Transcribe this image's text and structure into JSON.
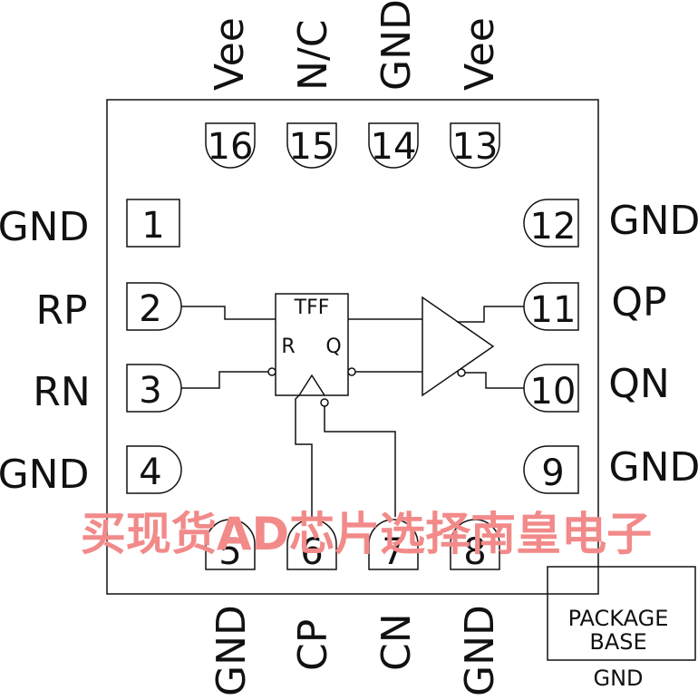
{
  "left_labels": [
    "GND",
    "RP",
    "RN",
    "GND"
  ],
  "right_labels": [
    "GND",
    "QP",
    "QN",
    "GND"
  ],
  "top_labels": [
    "Vee",
    "N/C",
    "GND",
    "Vee"
  ],
  "bottom_labels": [
    "GND",
    "CP",
    "CN",
    "GND"
  ],
  "left_pins": [
    "1",
    "2",
    "3",
    "4"
  ],
  "right_pins": [
    "12",
    "11",
    "10",
    "9"
  ],
  "top_pins": [
    "16",
    "15",
    "14",
    "13"
  ],
  "bottom_pins": [
    "5",
    "6",
    "7",
    "8"
  ],
  "flipflop": {
    "title": "TFF",
    "reset": "R",
    "output": "Q"
  },
  "package": {
    "line1": "PACKAGE",
    "line2": "BASE",
    "ground": "GND"
  },
  "watermark": "买现货AD芯片选择南皇电子"
}
